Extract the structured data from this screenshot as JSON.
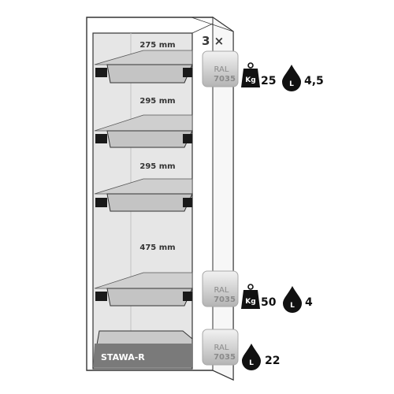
{
  "colors": {
    "interior": "#e6e6e6",
    "shelf": "#c7c7c7",
    "outline": "#333333",
    "bracket": "#1a1a1a",
    "tray": "#d9d9d9",
    "text_dark": "#111111",
    "ral_text": "#8a8a8a"
  },
  "cabinet": {
    "model": "STAWA-R",
    "compartments": [
      "275 mm",
      "295 mm",
      "295 mm",
      "475 mm"
    ]
  },
  "shelves_count": "3 ×",
  "trays": [
    {
      "ral": "RAL",
      "code": "7035",
      "load_unit": "Kg",
      "load": "25",
      "vol_unit": "L",
      "volume": "4,5"
    },
    {
      "ral": "RAL",
      "code": "7035",
      "load_unit": "Kg",
      "load": "50",
      "vol_unit": "L",
      "volume": "4"
    },
    {
      "ral": "RAL",
      "code": "7035",
      "vol_unit": "L",
      "volume": "22"
    }
  ],
  "icons": [
    "weight-icon",
    "droplet-icon"
  ]
}
